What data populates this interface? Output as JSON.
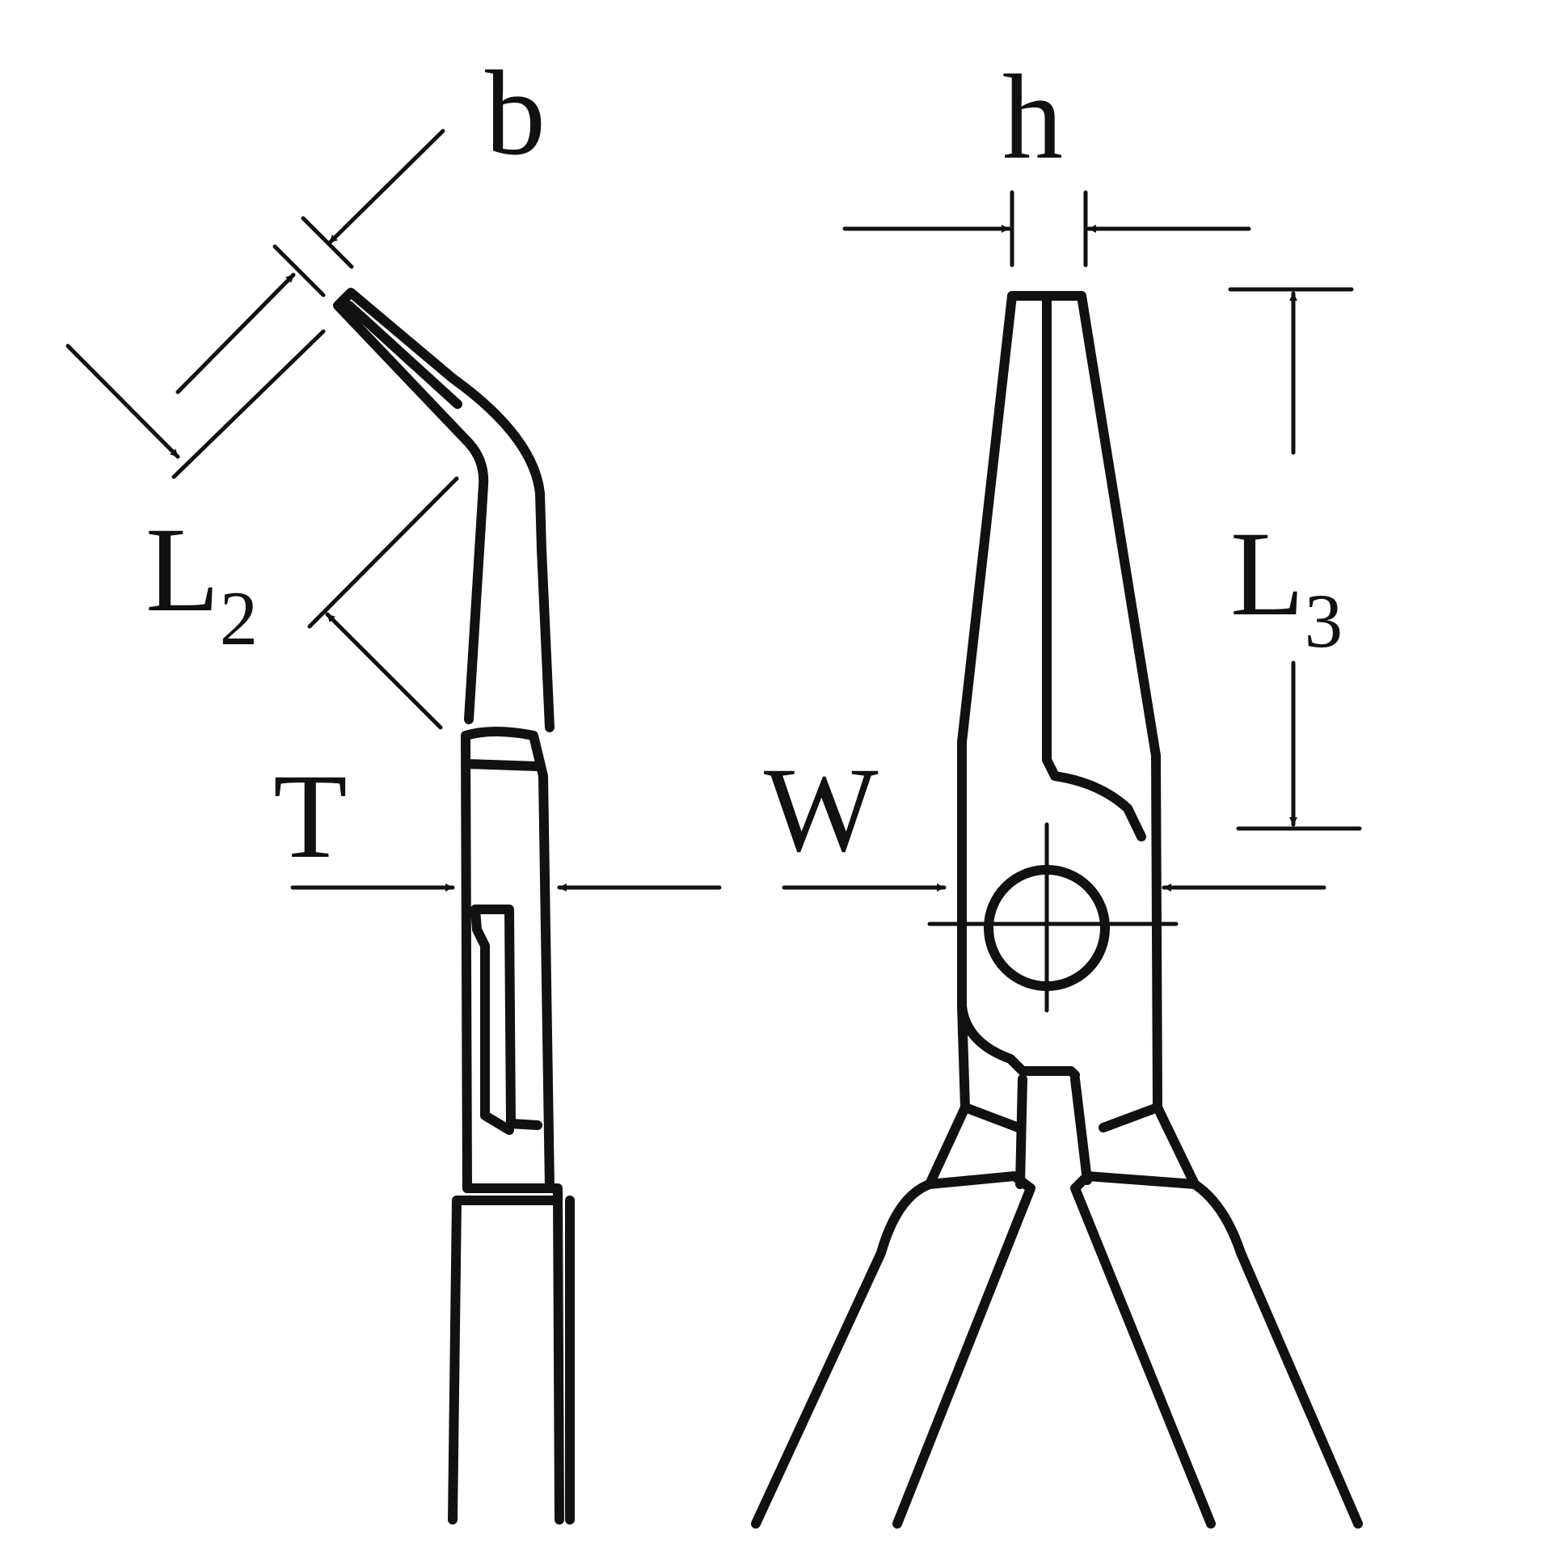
{
  "labels": {
    "b": "b",
    "h": "h",
    "L2_main": "L",
    "L2_sub": "2",
    "L3_main": "L",
    "L3_sub": "3",
    "T": "T",
    "W": "W"
  },
  "colors": {
    "ink": "#111111",
    "background": "#ffffff"
  }
}
